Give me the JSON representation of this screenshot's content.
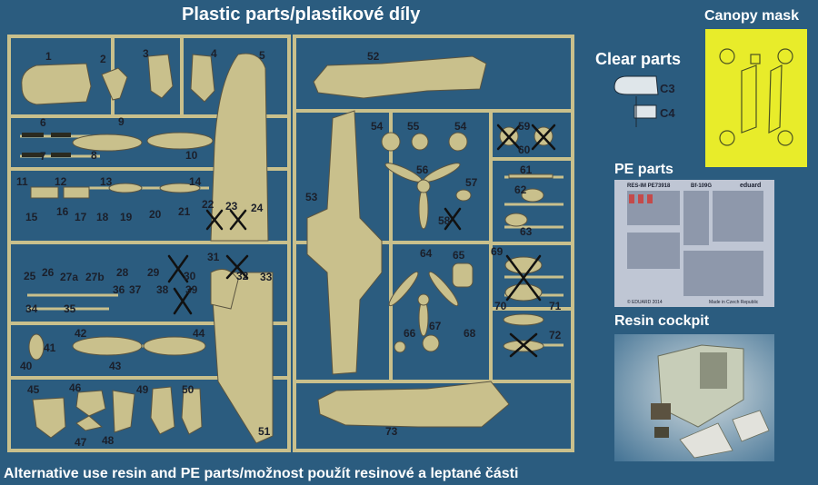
{
  "header": {
    "title": "Plastic parts/plastikové díly",
    "canopy_mask": "Canopy mask",
    "clear_parts": "Clear parts",
    "pe_parts": "PE parts",
    "resin_cockpit": "Resin cockpit"
  },
  "footer": "Alternative use resin and PE parts/možnost použít resinové a leptané části",
  "clear_parts_labels": [
    "C3",
    "C4"
  ],
  "pe_fret": {
    "code": "RES-IM PE73918",
    "model": "Bf-109G",
    "brand": "eduard",
    "copyright": "© EDUARD 2014",
    "origin": "Made in Czech Republic"
  },
  "part_numbers": [
    "1",
    "2",
    "3",
    "4",
    "5",
    "6",
    "7",
    "8",
    "9",
    "10",
    "11",
    "12",
    "13",
    "14",
    "15",
    "16",
    "17",
    "18",
    "19",
    "20",
    "21",
    "22",
    "23",
    "24",
    "25",
    "26",
    "27a",
    "27b",
    "28",
    "29",
    "30",
    "31",
    "32",
    "33",
    "34",
    "35",
    "36",
    "37",
    "38",
    "39",
    "40",
    "41",
    "42",
    "43",
    "44",
    "45",
    "46",
    "47",
    "48",
    "49",
    "50",
    "51",
    "52",
    "53",
    "54",
    "55",
    "54",
    "56",
    "57",
    "58",
    "59",
    "60",
    "61",
    "62",
    "63",
    "64",
    "65",
    "66",
    "67",
    "68",
    "69",
    "70",
    "71",
    "72",
    "73"
  ],
  "unused_parts": [
    "22",
    "23",
    "30",
    "32",
    "39",
    "58",
    "59",
    "60",
    "69",
    "70",
    "72"
  ],
  "colors": {
    "background": "#2b5c7f",
    "sprue": "#c9c08c",
    "part_line": "#5a5440",
    "mask_yellow": "#e8ec2a",
    "pe_metal": "#bfc6d4",
    "cross": "#111111"
  }
}
